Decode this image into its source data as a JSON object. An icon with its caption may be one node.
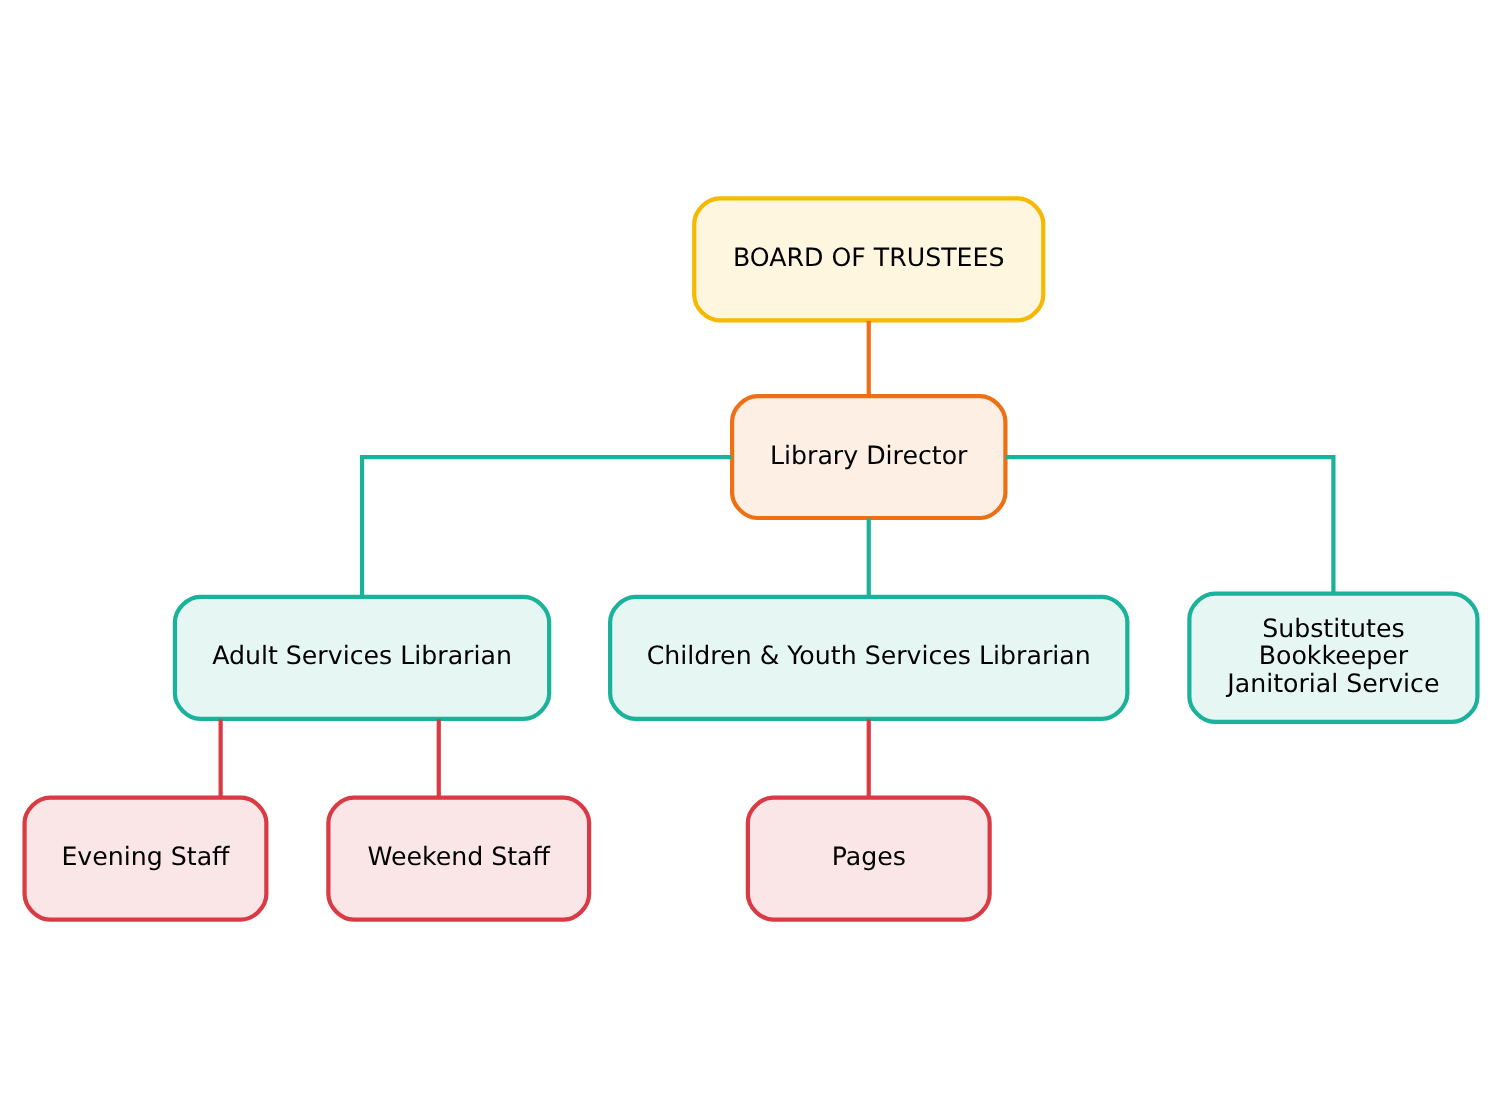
{
  "diagram": {
    "nodes": [
      {
        "text": [
          "BOARD OF TRUSTEES"
        ]
      },
      {
        "text": [
          "Library Director"
        ]
      },
      {
        "text": [
          "Adult Services Librarian"
        ]
      },
      {
        "text": [
          "Children & Youth Services Librarian"
        ]
      },
      {
        "text": [
          "Substitutes",
          "Bookkeeper",
          "Janitorial Service"
        ]
      },
      {
        "text": [
          "Evening Staff"
        ]
      },
      {
        "text": [
          "Weekend Staff"
        ]
      },
      {
        "text": [
          "Pages"
        ]
      }
    ],
    "edges": [
      {
        "from": 0,
        "to": 1,
        "arrow": "none",
        "color": "#ee7012"
      },
      {
        "from": 1,
        "to": 2,
        "arrow": "none",
        "color": "#1ab29a"
      },
      {
        "from": 1,
        "to": 3,
        "arrow": "none",
        "color": "#1ab29a"
      },
      {
        "from": 1,
        "to": 4,
        "arrow": "none",
        "color": "#1ab29a"
      },
      {
        "from": 2,
        "to": 5,
        "arrow": "none",
        "color": "#d93a43"
      },
      {
        "from": 2,
        "to": 6,
        "arrow": "none",
        "color": "#d93a43"
      },
      {
        "from": 3,
        "to": 7,
        "arrow": "none",
        "color": "#d93a43"
      }
    ]
  }
}
